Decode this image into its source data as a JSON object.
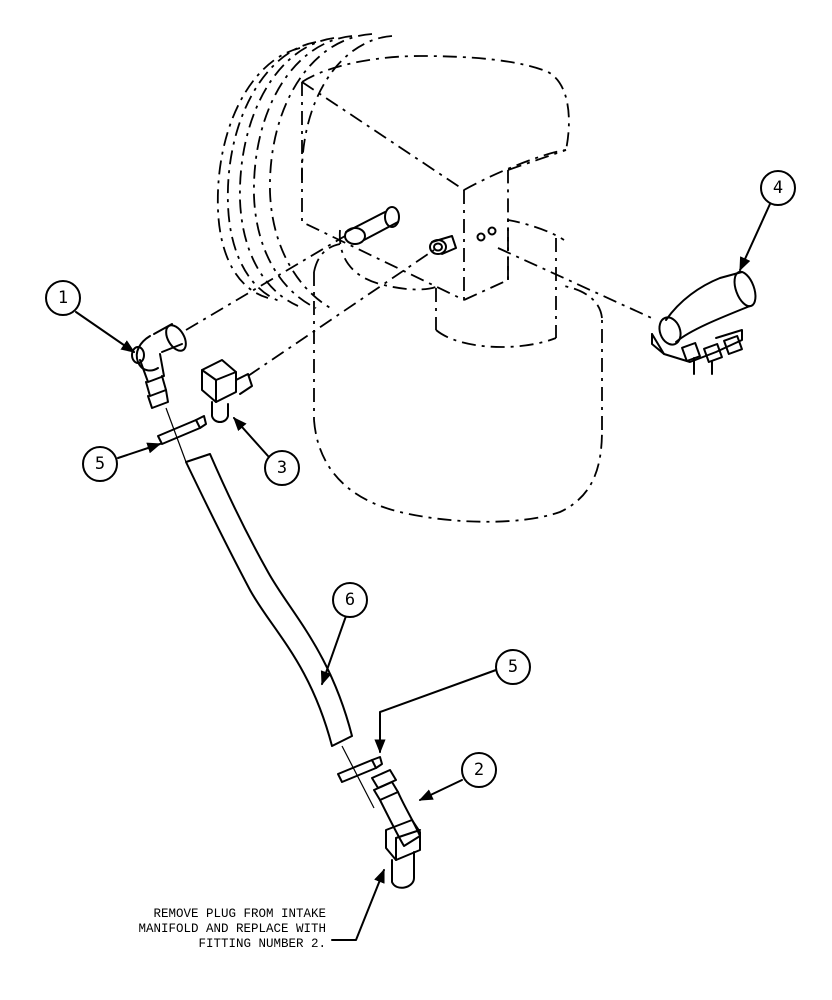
{
  "callouts": [
    {
      "id": "c1",
      "label": "1"
    },
    {
      "id": "c2",
      "label": "2"
    },
    {
      "id": "c3",
      "label": "3"
    },
    {
      "id": "c4",
      "label": "4"
    },
    {
      "id": "c5a",
      "label": "5"
    },
    {
      "id": "c5b",
      "label": "5"
    },
    {
      "id": "c6",
      "label": "6"
    }
  ],
  "note": {
    "line1": "REMOVE PLUG FROM INTAKE",
    "line2": "MANIFOLD AND REPLACE WITH",
    "line3": "FITTING NUMBER 2."
  },
  "colors": {
    "ink": "#000000",
    "paper": "#ffffff"
  }
}
